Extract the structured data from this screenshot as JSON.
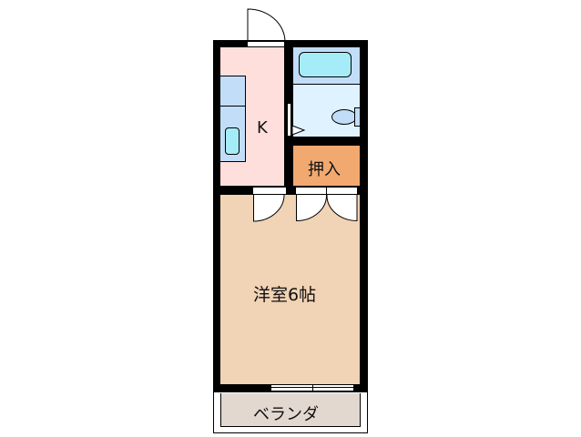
{
  "floorplan": {
    "layout_type": "1K",
    "rooms": {
      "kitchen": {
        "label": "K",
        "color": "#ffdfdc"
      },
      "bath_toilet": {
        "label": "",
        "color": "#def2ff"
      },
      "closet": {
        "label": "押入",
        "color": "#f2a96f"
      },
      "western_room": {
        "label": "洋室6帖",
        "color": "#f1d3b5"
      },
      "balcony": {
        "label": "ベランダ",
        "color": "#e2d8cf"
      }
    },
    "fixtures": {
      "bathtub_color": "#a5ecf9",
      "fixture_panel_color": "#c2ddf7",
      "wall_color": "#000000"
    }
  }
}
